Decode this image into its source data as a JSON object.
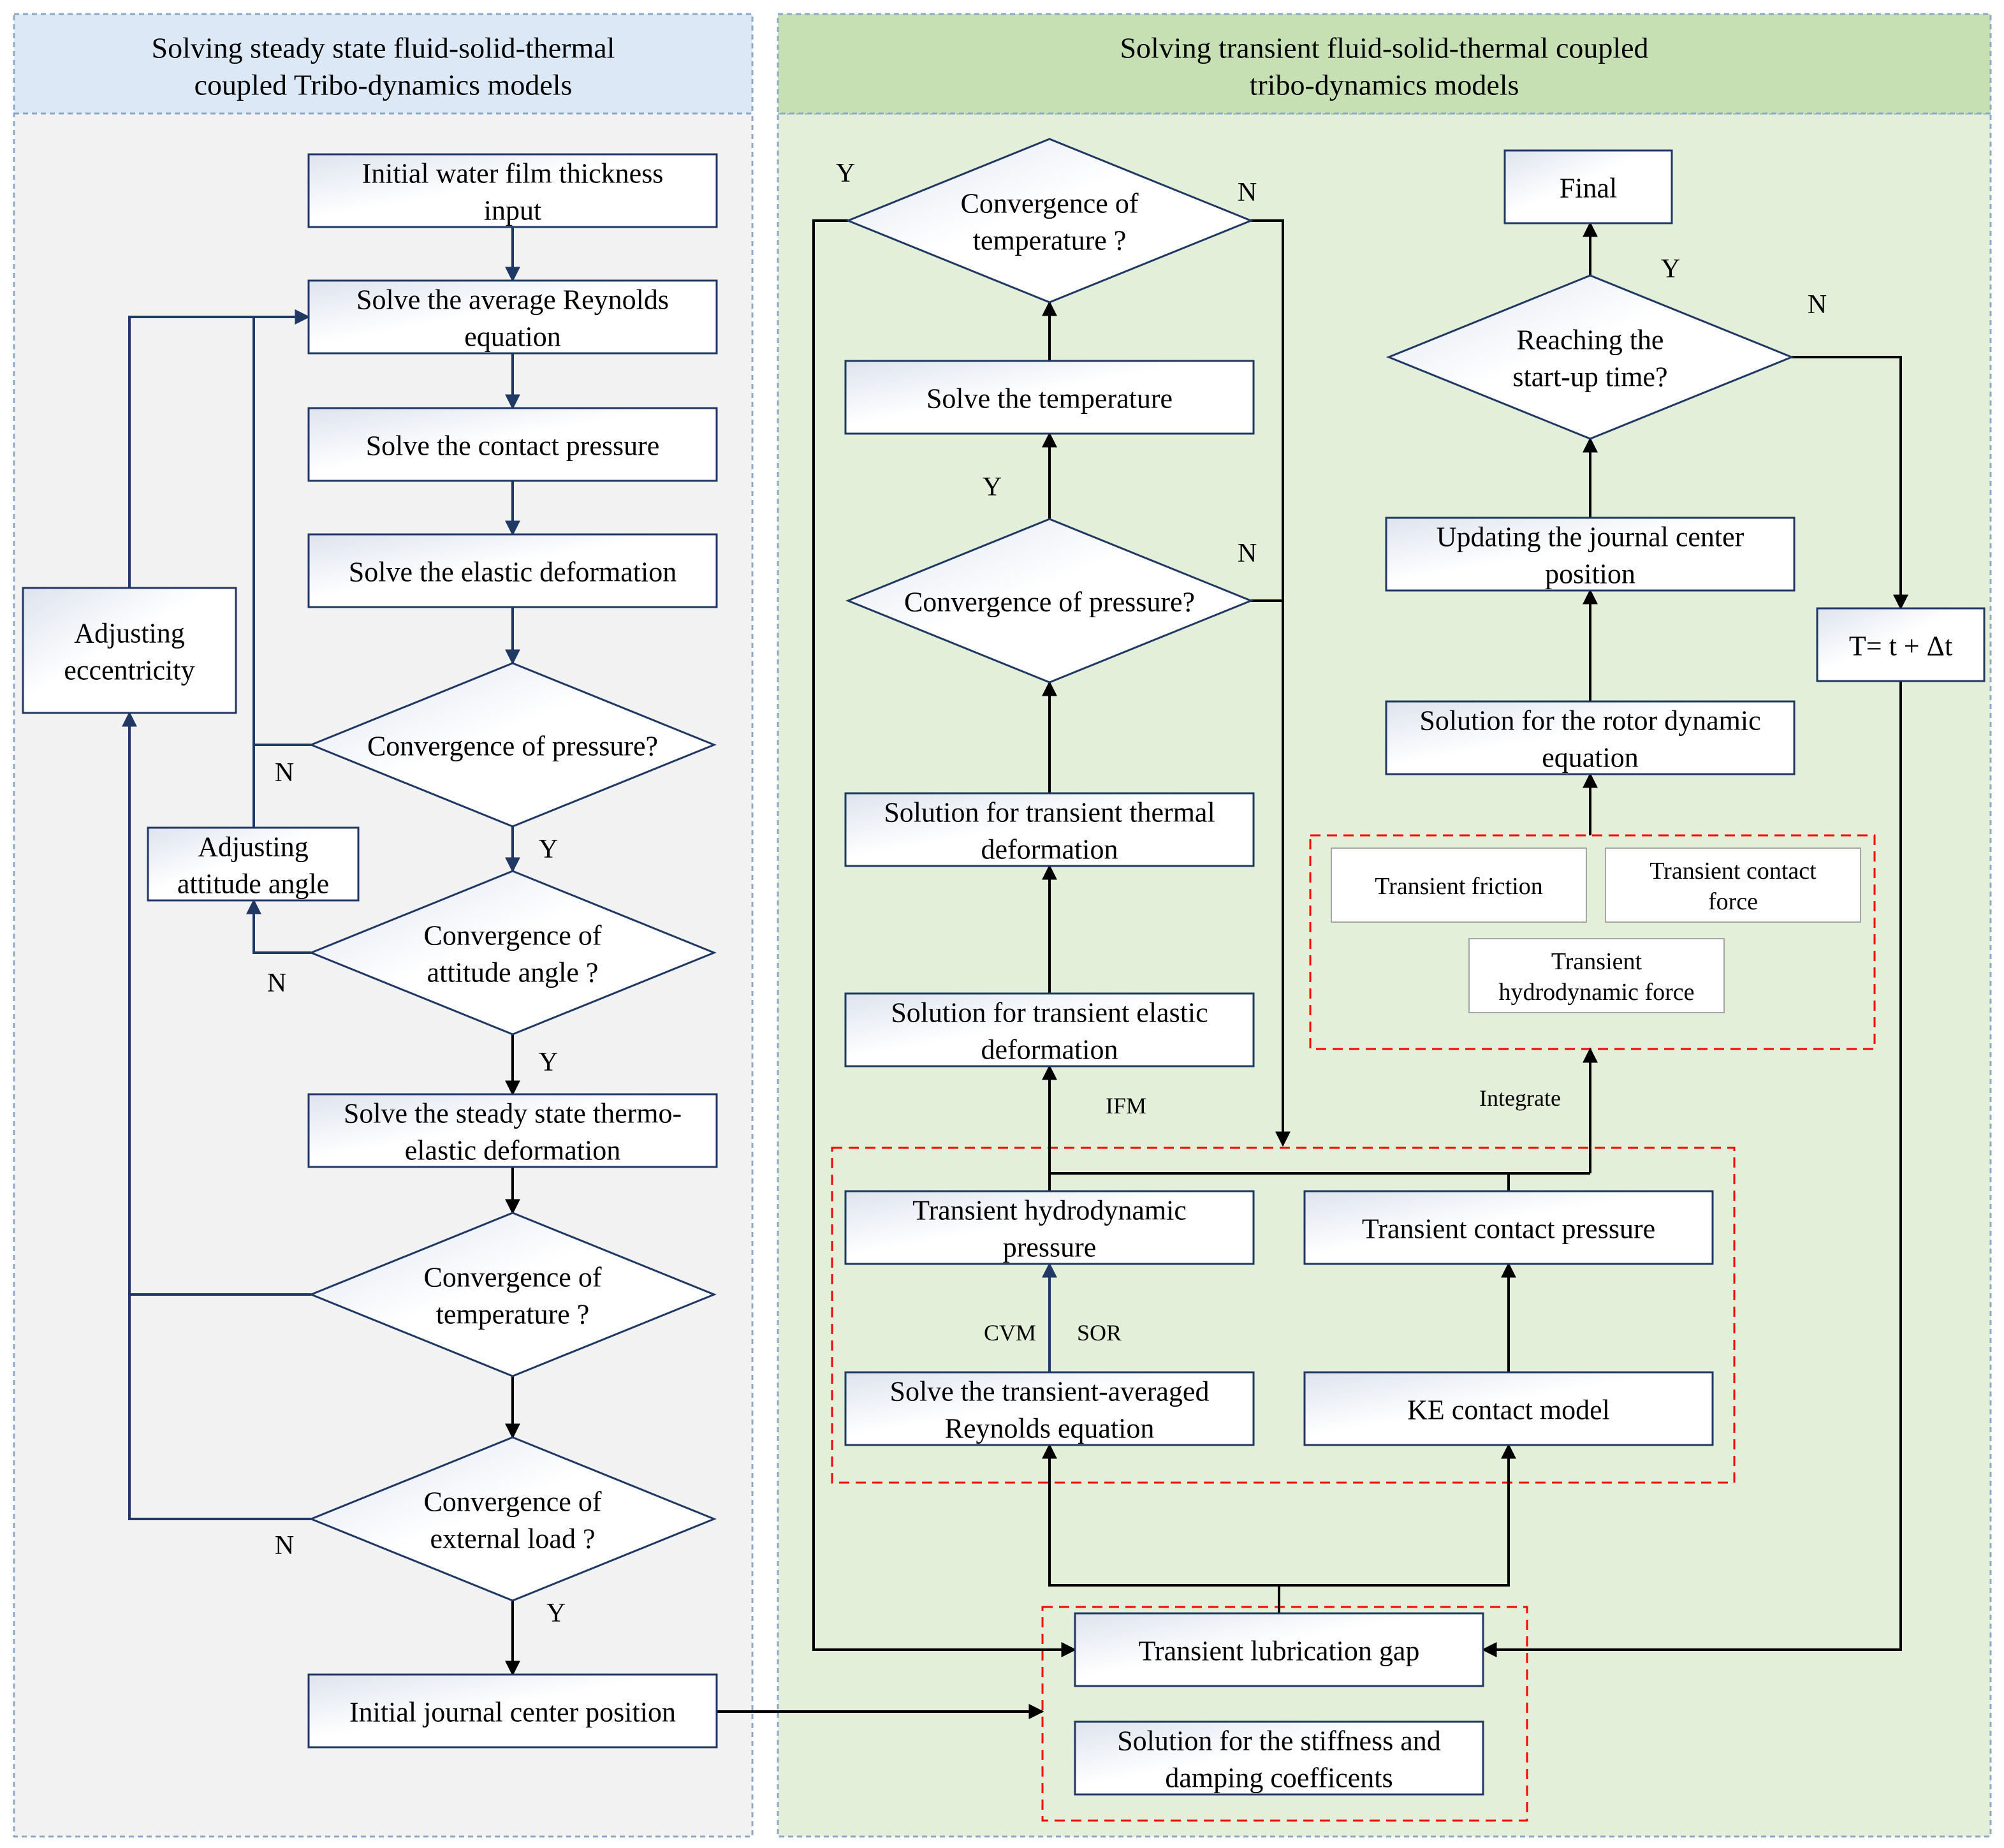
{
  "left_panel": {
    "title": [
      "Solving steady state fluid-solid-thermal",
      "coupled Tribo-dynamics models"
    ],
    "nodes": {
      "initial_film": [
        "Initial water film thickness",
        "input"
      ],
      "solve_reynolds": [
        "Solve the average Reynolds",
        "equation"
      ],
      "solve_contact": [
        "Solve the contact pressure"
      ],
      "solve_elastic": [
        "Solve the elastic deformation"
      ],
      "conv_pressure": [
        "Convergence of pressure?"
      ],
      "adj_attitude": [
        "Adjusting",
        "attitude angle"
      ],
      "conv_attitude": [
        "Convergence of",
        "attitude angle ?"
      ],
      "adj_ecc": [
        "Adjusting",
        "eccentricity"
      ],
      "solve_thermo": [
        "Solve the steady state thermo-",
        "elastic deformation"
      ],
      "conv_temp": [
        "Convergence of",
        "temperature ?"
      ],
      "conv_load": [
        "Convergence of",
        "external load ?"
      ],
      "initial_center": [
        "Initial journal center position"
      ]
    },
    "labels": {
      "n_pressure": "N",
      "y_pressure": "Y",
      "n_attitude": "N",
      "y_attitude": "Y",
      "n_load": "N",
      "y_load": "Y"
    }
  },
  "right_panel": {
    "title": [
      "Solving transient fluid-solid-thermal coupled",
      "tribo-dynamics models"
    ],
    "nodes": {
      "conv_temp_r": [
        "Convergence of",
        "temperature ?"
      ],
      "solve_temp": [
        "Solve the temperature"
      ],
      "conv_pressure_r": [
        "Convergence of pressure?"
      ],
      "sol_thermal_def": [
        "Solution for transient thermal",
        "deformation"
      ],
      "sol_elastic_def": [
        "Solution for transient elastic",
        "deformation"
      ],
      "trans_hydro_p": [
        "Transient hydrodynamic",
        "pressure"
      ],
      "trans_contact_p": [
        "Transient contact pressure"
      ],
      "solve_trans_reynolds": [
        "Solve the transient-averaged",
        "Reynolds equation"
      ],
      "ke_model": [
        "KE contact model"
      ],
      "trans_gap": [
        "Transient lubrication gap"
      ],
      "stiffness": [
        "Solution for the stiffness and",
        "damping coefficents"
      ],
      "final": [
        "Final"
      ],
      "reach_time": [
        "Reaching the",
        "start-up time?"
      ],
      "update_center": [
        "Updating the journal center",
        "position"
      ],
      "rotor_eq": [
        "Solution for the rotor dynamic",
        "equation"
      ],
      "trans_friction": [
        "Transient friction"
      ],
      "trans_contact_force": [
        "Transient contact",
        "force"
      ],
      "trans_hydro_force": [
        "Transient",
        "hydrodynamic force"
      ],
      "time_step": [
        "T= t + Δt"
      ]
    },
    "labels": {
      "y_temp": "Y",
      "n_temp": "N",
      "y_pressure": "Y",
      "n_pressure": "N",
      "y_reach": "Y",
      "n_reach": "N",
      "ifm": "IFM",
      "integrate": "Integrate",
      "cvm": "CVM",
      "sor": "SOR"
    }
  },
  "colors": {
    "left_header_bg": "#dce8f5",
    "left_body_bg": "#f2f2f2",
    "right_header_bg": "#c6e0b4",
    "right_body_bg": "#e3efd9",
    "box_border": "#1f3864",
    "navy_arrow": "#1f3864",
    "black_arrow": "#000000",
    "dashed_red": "#ff0000"
  }
}
